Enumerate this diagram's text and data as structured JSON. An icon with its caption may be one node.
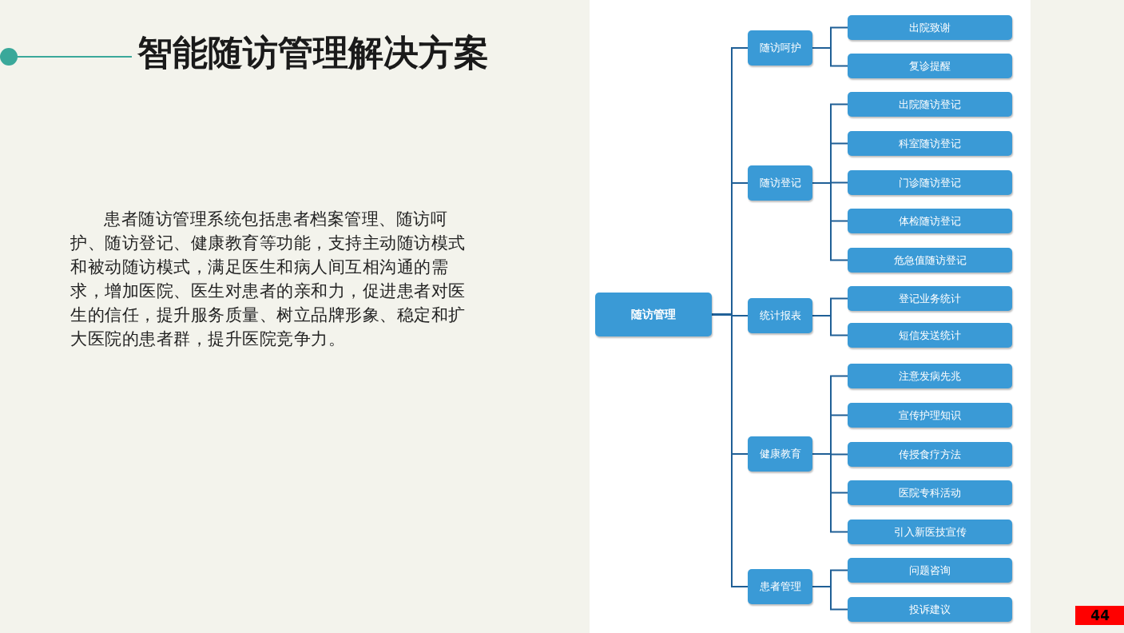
{
  "diagram": {
    "title": "智能随访管理解决方案",
    "nodes": [
      {
        "text": [
          "随访管理"
        ]
      },
      {
        "text": [
          "随访呵护"
        ]
      },
      {
        "text": [
          "出院致谢"
        ]
      },
      {
        "text": [
          "复诊提醒"
        ]
      },
      {
        "text": [
          "随访登记"
        ]
      },
      {
        "text": [
          "出院随访登记"
        ]
      },
      {
        "text": [
          "科室随访登记"
        ]
      },
      {
        "text": [
          "门诊随访登记"
        ]
      },
      {
        "text": [
          "体检随访登记"
        ]
      },
      {
        "text": [
          "危急值随访登记"
        ]
      },
      {
        "text": [
          "统计报表"
        ]
      },
      {
        "text": [
          "登记业务统计"
        ]
      },
      {
        "text": [
          "短信发送统计"
        ]
      },
      {
        "text": [
          "健康教育"
        ]
      },
      {
        "text": [
          "注意发病先兆"
        ]
      },
      {
        "text": [
          "宣传护理知识"
        ]
      },
      {
        "text": [
          "传授食疗方法"
        ]
      },
      {
        "text": [
          "医院专科活动"
        ]
      },
      {
        "text": [
          "引入新医技宣传"
        ]
      },
      {
        "text": [
          "患者管理"
        ]
      },
      {
        "text": [
          "问题咨询"
        ]
      },
      {
        "text": [
          "投诉建议"
        ]
      }
    ],
    "edges": [
      {
        "from": 0,
        "to": 1,
        "arrow": "none"
      },
      {
        "from": 1,
        "to": 2,
        "arrow": "none"
      },
      {
        "from": 1,
        "to": 3,
        "arrow": "none"
      },
      {
        "from": 0,
        "to": 4,
        "arrow": "none"
      },
      {
        "from": 4,
        "to": 5,
        "arrow": "none"
      },
      {
        "from": 4,
        "to": 6,
        "arrow": "none"
      },
      {
        "from": 4,
        "to": 7,
        "arrow": "none"
      },
      {
        "from": 4,
        "to": 8,
        "arrow": "none"
      },
      {
        "from": 4,
        "to": 9,
        "arrow": "none"
      },
      {
        "from": 0,
        "to": 10,
        "arrow": "none"
      },
      {
        "from": 10,
        "to": 11,
        "arrow": "none"
      },
      {
        "from": 10,
        "to": 12,
        "arrow": "none"
      },
      {
        "from": 0,
        "to": 13,
        "arrow": "none"
      },
      {
        "from": 13,
        "to": 14,
        "arrow": "none"
      },
      {
        "from": 13,
        "to": 15,
        "arrow": "none"
      },
      {
        "from": 13,
        "to": 16,
        "arrow": "none"
      },
      {
        "from": 13,
        "to": 17,
        "arrow": "none"
      },
      {
        "from": 13,
        "to": 18,
        "arrow": "none"
      },
      {
        "from": 0,
        "to": 19,
        "arrow": "none"
      },
      {
        "from": 19,
        "to": 20,
        "arrow": "none"
      },
      {
        "from": 19,
        "to": 21,
        "arrow": "none"
      }
    ],
    "labels": [
      "患者随访管理系统包括患者档案管理、随访呵护、随访登记、健康教育等功能，支持主动随访模式和被动随访模式，满足医生和病人间互相沟通的需求，增加医院、医生对患者的亲和力，促进患者对医生的信任，提升服务质量、树立品牌形象、稳定和扩大医院的患者群，提升医院竞争力。",
      "44"
    ]
  }
}
